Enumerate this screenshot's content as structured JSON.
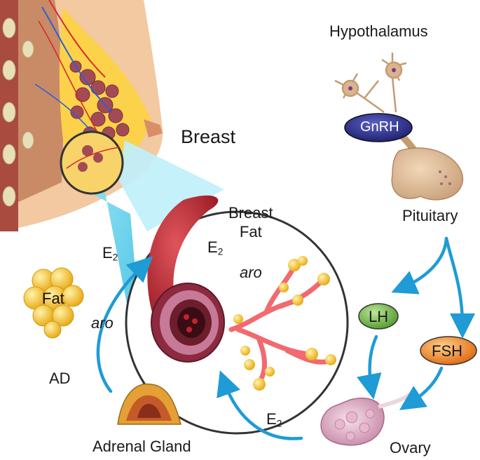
{
  "labels": {
    "hypothalamus": "Hypothalamus",
    "gnrh": "GnRH",
    "breast": "Breast",
    "pituitary": "Pituitary",
    "breast_fat_line1": "Breast",
    "breast_fat_line2": "Fat",
    "e2_base": "E",
    "e2_sub": "2",
    "aro": "aro",
    "fat": "Fat",
    "lh": "LH",
    "fsh": "FSH",
    "ad": "AD",
    "adrenal_gland": "Adrenal Gland",
    "ovary": "Ovary"
  },
  "colors": {
    "arrow": "#1f9bd6",
    "gnrh_fill": "#2e3192",
    "lh_fill": "#6fbe44",
    "fsh_fill": "#f28a1e",
    "fat_fill": "#f7c62f",
    "zoom_cone": "#6fd6ee",
    "vessel": "#c8323c"
  }
}
